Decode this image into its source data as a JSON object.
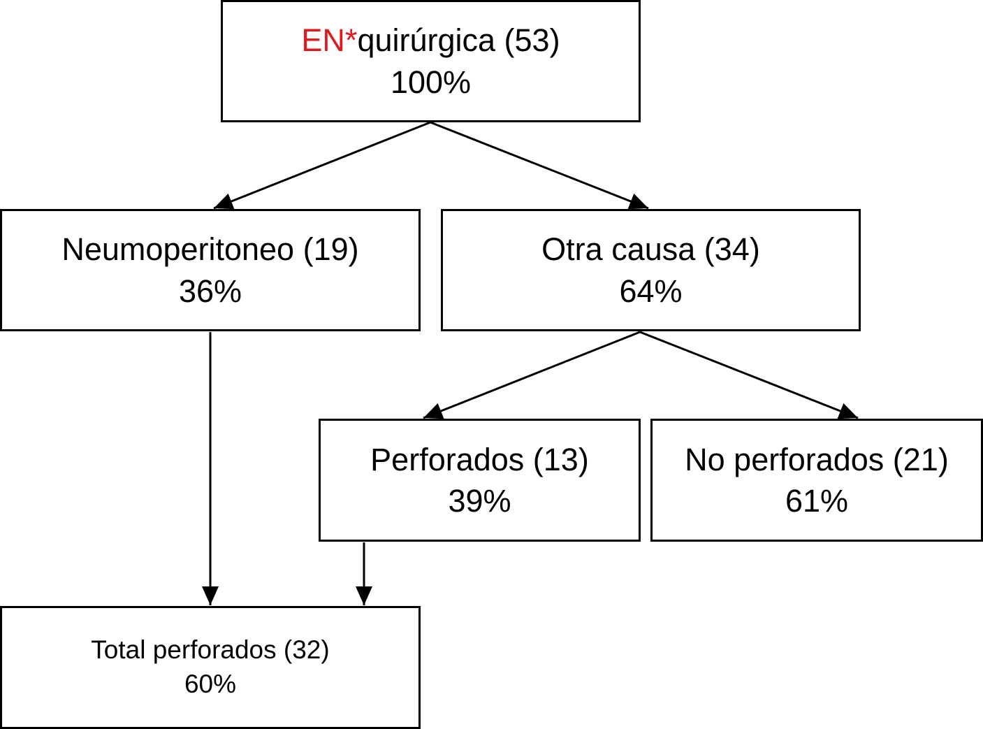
{
  "diagram": {
    "root": {
      "prefix": "EN*",
      "label": "quirúrgica (53)",
      "percent": "100%",
      "accent_color": "#e0191f"
    },
    "neumoperitoneo": {
      "label": "Neumoperitoneo (19)",
      "percent": "36%"
    },
    "otra_causa": {
      "label": "Otra causa (34)",
      "percent": "64%"
    },
    "perforados": {
      "label": "Perforados (13)",
      "percent": "39%"
    },
    "no_perforados": {
      "label": "No perforados (21)",
      "percent": "61%"
    },
    "total_perforados": {
      "label": "Total perforados (32)",
      "percent": "60%"
    }
  }
}
